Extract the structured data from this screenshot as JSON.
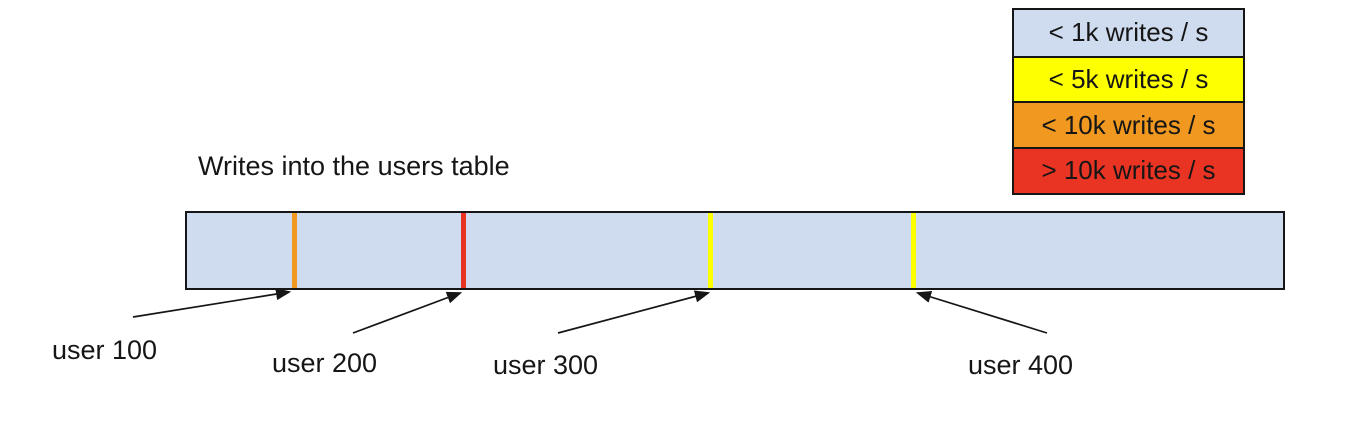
{
  "title": "Writes into the users table",
  "legend": {
    "items": [
      {
        "label": "< 1k writes / s",
        "color": "#cfdbee"
      },
      {
        "label": "< 5k writes / s",
        "color": "#feff00"
      },
      {
        "label": "< 10k writes / s",
        "color": "#f09820"
      },
      {
        "label": "> 10k writes / s",
        "color": "#ea3423"
      }
    ]
  },
  "bar": {
    "fill_color": "#cfdbee",
    "fill_meaning": "< 1k writes / s",
    "hotspots": [
      {
        "user": "user 100",
        "rate_class": "< 10k writes / s",
        "color": "#f09820",
        "position_pct": 9.8
      },
      {
        "user": "user 200",
        "rate_class": "> 10k writes / s",
        "color": "#ea3423",
        "position_pct": 25.2
      },
      {
        "user": "user 300",
        "rate_class": "< 5k writes / s",
        "color": "#feff00",
        "position_pct": 47.8
      },
      {
        "user": "user 400",
        "rate_class": "< 5k writes / s",
        "color": "#feff00",
        "position_pct": 66.3
      }
    ]
  }
}
